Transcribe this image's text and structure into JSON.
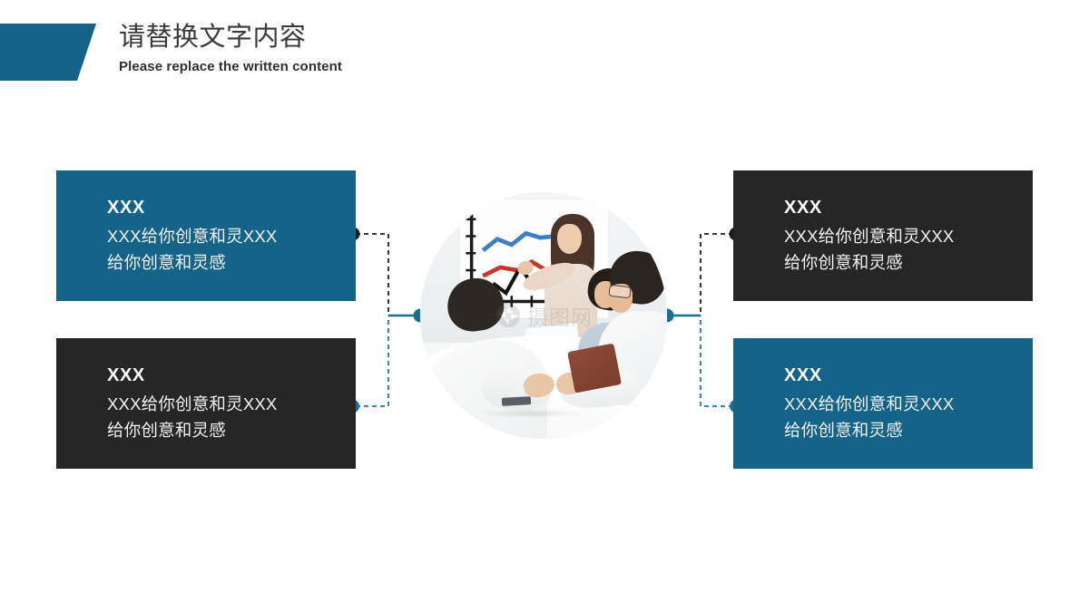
{
  "header": {
    "title": "请替换文字内容",
    "subtitle": "Please replace the written content",
    "accent_color": "#16638a"
  },
  "theme": {
    "blue": "#16638a",
    "dark": "#262626",
    "background": "#ffffff",
    "text_on_card": "#ffffff"
  },
  "cards": [
    {
      "id": "top-left",
      "style": "blue",
      "title": "XXX",
      "line1": "XXX给你创意和灵XXX",
      "line2": "给你创意和灵感"
    },
    {
      "id": "bottom-left",
      "style": "dark",
      "title": "XXX",
      "line1": "XXX给你创意和灵XXX",
      "line2": "给你创意和灵感"
    },
    {
      "id": "top-right",
      "style": "dark",
      "title": "XXX",
      "line1": "XXX给你创意和灵XXX",
      "line2": "给你创意和灵感"
    },
    {
      "id": "bottom-right",
      "style": "blue",
      "title": "XXX",
      "line1": "XXX给你创意和灵XXX",
      "line2": "给你创意和灵感"
    }
  ],
  "connectors": {
    "dot_dark_color": "#1d1d1d",
    "dot_blue_color": "#1b6e94",
    "line_dark_color": "#3a3a3a",
    "line_blue_color": "#2e8ab5"
  },
  "center_image": {
    "alt": "business meeting presentation",
    "watermark_text": "摄图网",
    "watermark_icon": "aperture-icon",
    "chart_on_whiteboard": {
      "series_colors": [
        "#3d7fc1",
        "#c0392b",
        "#111111"
      ]
    }
  }
}
